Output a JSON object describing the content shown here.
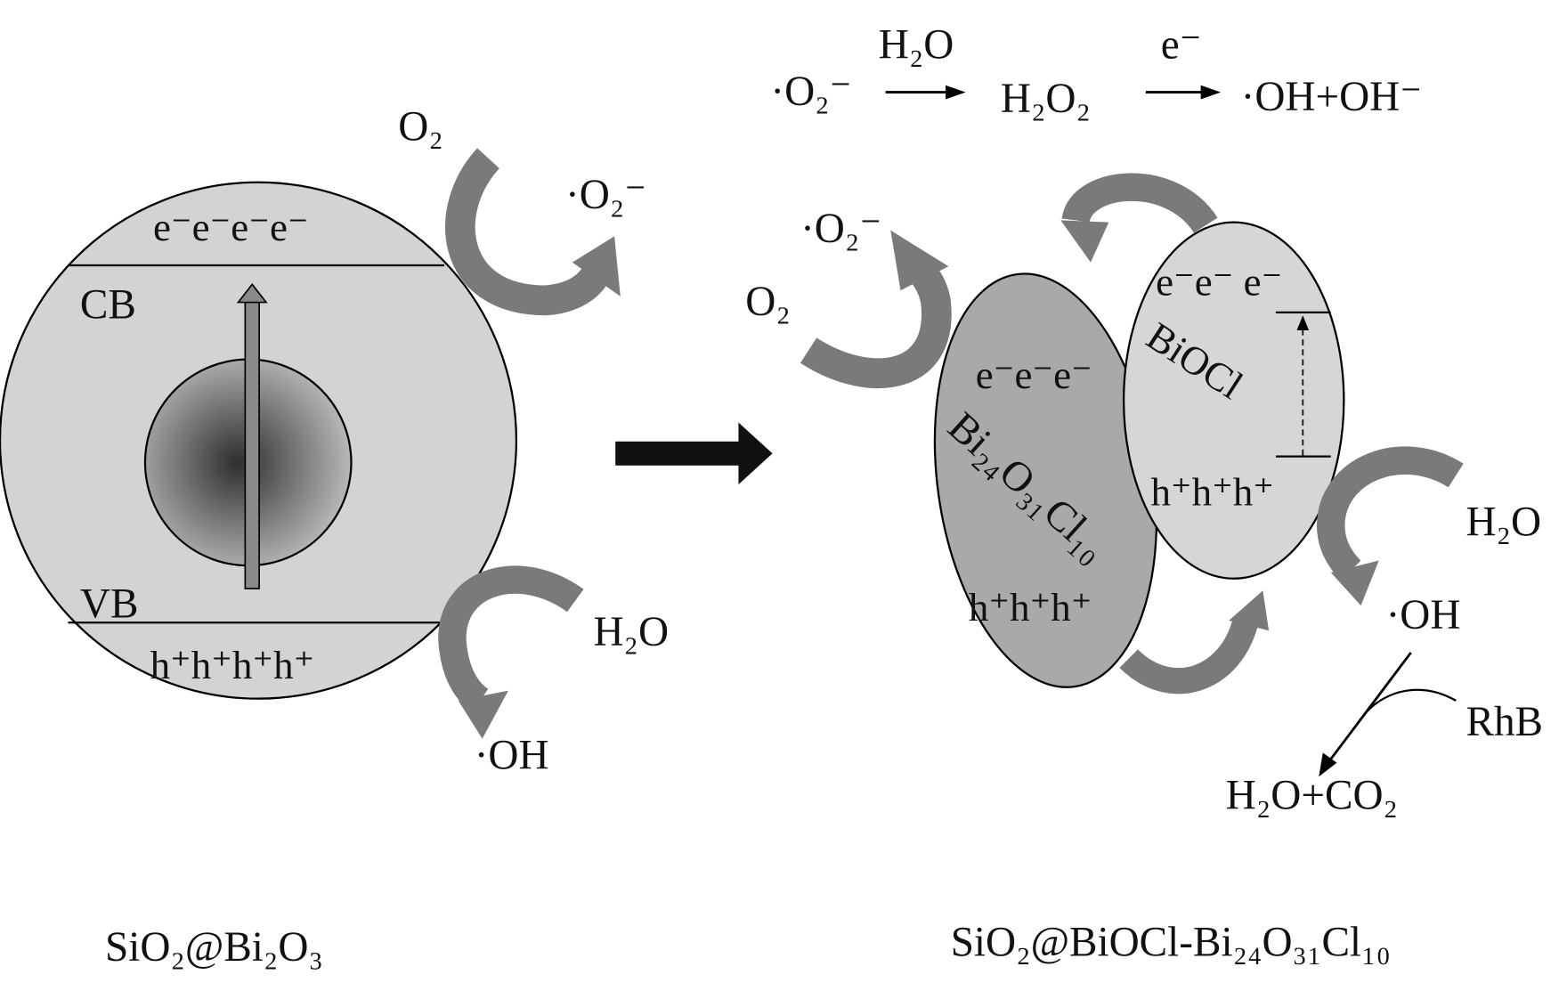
{
  "left": {
    "electrons": "e⁻e⁻e⁻e⁻",
    "cb": "CB",
    "vb": "VB",
    "holes": "h⁺h⁺h⁺h⁺",
    "o2": "O₂",
    "superoxide": "·O₂⁻",
    "h2o": "H₂O",
    "oh": "·OH",
    "caption": "SiO₂@Bi₂O₃"
  },
  "right": {
    "reaction": {
      "superoxide": "·O₂⁻",
      "step1_reagent": "H₂O",
      "h2o2": "H₂O₂",
      "step2_reagent": "e⁻",
      "products": "·OH+OH⁻"
    },
    "superoxide": "·O₂⁻",
    "o2": "O₂",
    "bi24_electrons": "e⁻e⁻e⁻",
    "bi24_label": "Bi₂₄O₃₁Cl₁₀",
    "bi24_holes": "h⁺h⁺h⁺",
    "biocl_electrons": "e⁻e⁻ e⁻",
    "biocl_label": "BiOCl",
    "biocl_holes": "h⁺h⁺h⁺",
    "h2o": "H₂O",
    "oh": "·OH",
    "rhb": "RhB",
    "final_products": "H₂O+CO₂",
    "caption": "SiO₂@BiOCl-Bi₂₄O₃₁Cl₁₀"
  },
  "colors": {
    "shell": "#d3d3d3",
    "bi24": "#a9a9a9",
    "biocl": "#d6d6d6",
    "curved_arrow": "#7a7a7a",
    "curved_arrow_dark": "#5e5e5e"
  }
}
